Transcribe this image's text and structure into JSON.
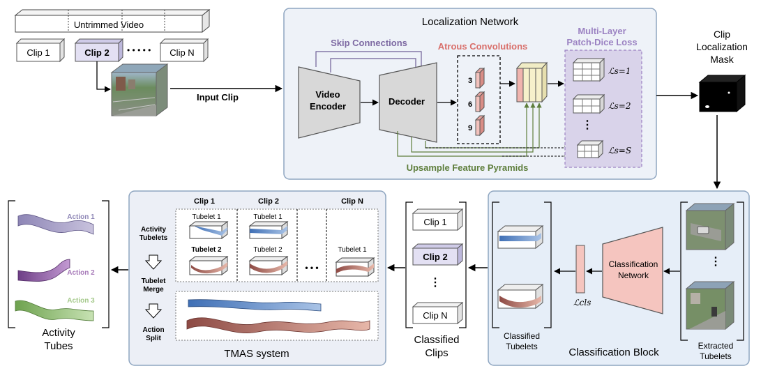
{
  "top": {
    "untrimmed_video": "Untrimmed Video",
    "clips": [
      "Clip 1",
      "Clip 2",
      "Clip N"
    ],
    "dots": "• • • • •",
    "input_clip": "Input Clip"
  },
  "localization": {
    "title": "Localization Network",
    "skip_connections": "Skip Connections",
    "atrous_convolutions": "Atrous Convolutions",
    "multi_layer_line1": "Multi-Layer",
    "multi_layer_line2": "Patch-Dice Loss",
    "video_encoder_line1": "Video",
    "video_encoder_line2": "Encoder",
    "decoder": "Decoder",
    "rates": [
      "3",
      "6",
      "9"
    ],
    "upsample": "Upsample Feature Pyramids",
    "loss_labels": [
      "ℒs=1",
      "ℒs=2",
      "ℒs=S"
    ],
    "vdots": "⋮"
  },
  "mask": {
    "line1": "Clip",
    "line2": "Localization",
    "line3": "Mask"
  },
  "classification": {
    "title": "Classification Block",
    "network_line1": "Classification",
    "network_line2": "Network",
    "loss": "ℒcls",
    "classified_tubelets_line1": "Classified",
    "classified_tubelets_line2": "Tubelets",
    "extracted_tubelets_line1": "Extracted",
    "extracted_tubelets_line2": "Tubelets"
  },
  "classified_clips": {
    "clips": [
      "Clip 1",
      "Clip 2",
      "Clip N"
    ],
    "label_line1": "Classified",
    "label_line2": "Clips"
  },
  "tmas": {
    "title": "TMAS system",
    "clip_headers": [
      "Clip 1",
      "Clip 2",
      "Clip N"
    ],
    "activity_tubelets_line1": "Activity",
    "activity_tubelets_line2": "Tubelets",
    "tubelet_merge_line1": "Tubelet",
    "tubelet_merge_line2": "Merge",
    "action_split_line1": "Action",
    "action_split_line2": "Split",
    "tubelets": [
      "Tubelet 1",
      "Tubelet 2"
    ],
    "hdots": "• • •"
  },
  "activity_tubes": {
    "actions": [
      "Action 1",
      "Action 2",
      "Action 3"
    ],
    "label_line1": "Activity",
    "label_line2": "Tubes"
  },
  "colors": {
    "localization_bg": "#eef2f8",
    "tmas_bg": "#eceff6",
    "skip": "#7e6aa3",
    "atrous": "#d9706b",
    "multilayer": "#9b82c2",
    "upsample": "#5e7e3c",
    "action1": "#a9a3c9",
    "action2": "#a679b8",
    "action3": "#a5c98b",
    "blue_tube": "#5b86c5",
    "brown_tube": "#b0675f"
  }
}
